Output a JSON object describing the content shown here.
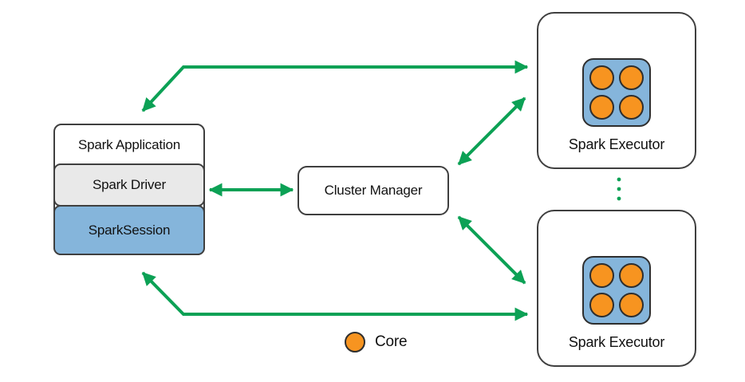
{
  "diagram": {
    "nodes": {
      "spark_application": {
        "label": "Spark Application"
      },
      "spark_driver": {
        "label": "Spark Driver"
      },
      "spark_session": {
        "label": "SparkSession"
      },
      "cluster_manager": {
        "label": "Cluster Manager"
      },
      "executor_top": {
        "label": "Spark Executor",
        "core_count": 4
      },
      "executor_bottom": {
        "label": "Spark Executor",
        "core_count": 4
      }
    },
    "legend": {
      "label": "Core"
    },
    "edges": [
      {
        "from": "spark-application",
        "to": "spark-executor-top",
        "bidirectional": true,
        "shape": "elbow"
      },
      {
        "from": "spark-driver",
        "to": "cluster-manager",
        "bidirectional": true,
        "shape": "straight"
      },
      {
        "from": "cluster-manager",
        "to": "spark-executor-top",
        "bidirectional": true,
        "shape": "diagonal"
      },
      {
        "from": "cluster-manager",
        "to": "spark-executor-bottom",
        "bidirectional": true,
        "shape": "diagonal"
      },
      {
        "from": "spark-application",
        "to": "spark-executor-bottom",
        "bidirectional": true,
        "shape": "elbow"
      }
    ],
    "ellipsis_between_executors": "vertical-dots",
    "colors": {
      "arrow_green": "#0ca155",
      "core_orange": "#f79420",
      "session_blue": "#85b5db",
      "driver_gray": "#e9e9e9",
      "box_border": "#3f3f3f",
      "background": "#ffffff",
      "text": "#111111"
    }
  }
}
